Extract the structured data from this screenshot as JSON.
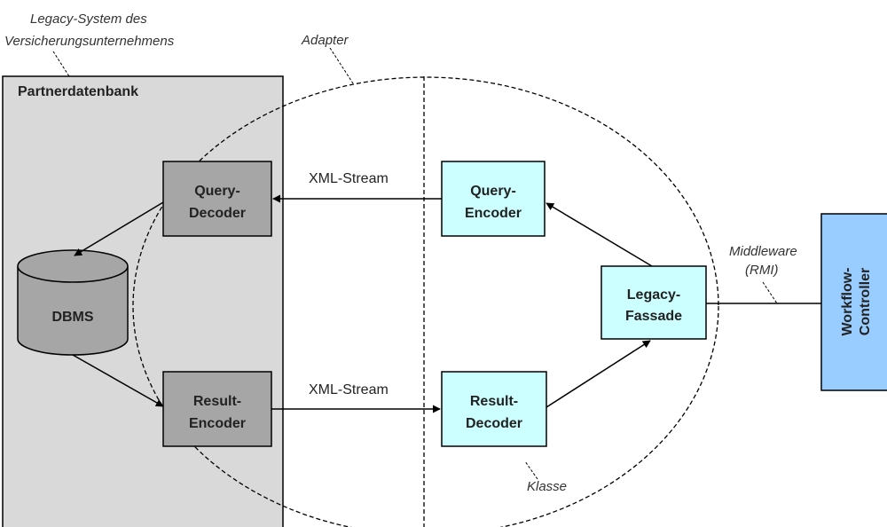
{
  "colors": {
    "legacy_box_fill": "#d9d9d9",
    "component_gray": "#a6a6a6",
    "component_cyan": "#ccffff",
    "controller_blue": "#99ccff",
    "line": "#000000"
  },
  "labels": {
    "legacy_system_line1": "Legacy-System des",
    "legacy_system_line2": "Versicherungsunternehmens",
    "adapter": "Adapter",
    "middleware_line1": "Middleware",
    "middleware_line2": "(RMI)",
    "klasse": "Klasse",
    "xml_stream_top": "XML-Stream",
    "xml_stream_bottom": "XML-Stream"
  },
  "partnerdatenbank": {
    "title": "Partnerdatenbank"
  },
  "boxes": {
    "query_decoder": {
      "line1": "Query-",
      "line2": "Decoder"
    },
    "result_encoder": {
      "line1": "Result-",
      "line2": "Encoder"
    },
    "query_encoder": {
      "line1": "Query-",
      "line2": "Encoder"
    },
    "result_decoder": {
      "line1": "Result-",
      "line2": "Decoder"
    },
    "legacy_fassade": {
      "line1": "Legacy-",
      "line2": "Fassade"
    },
    "dbms": {
      "label": "DBMS"
    },
    "workflow_controller": {
      "line1": "Workflow-",
      "line2": "Controller"
    }
  }
}
